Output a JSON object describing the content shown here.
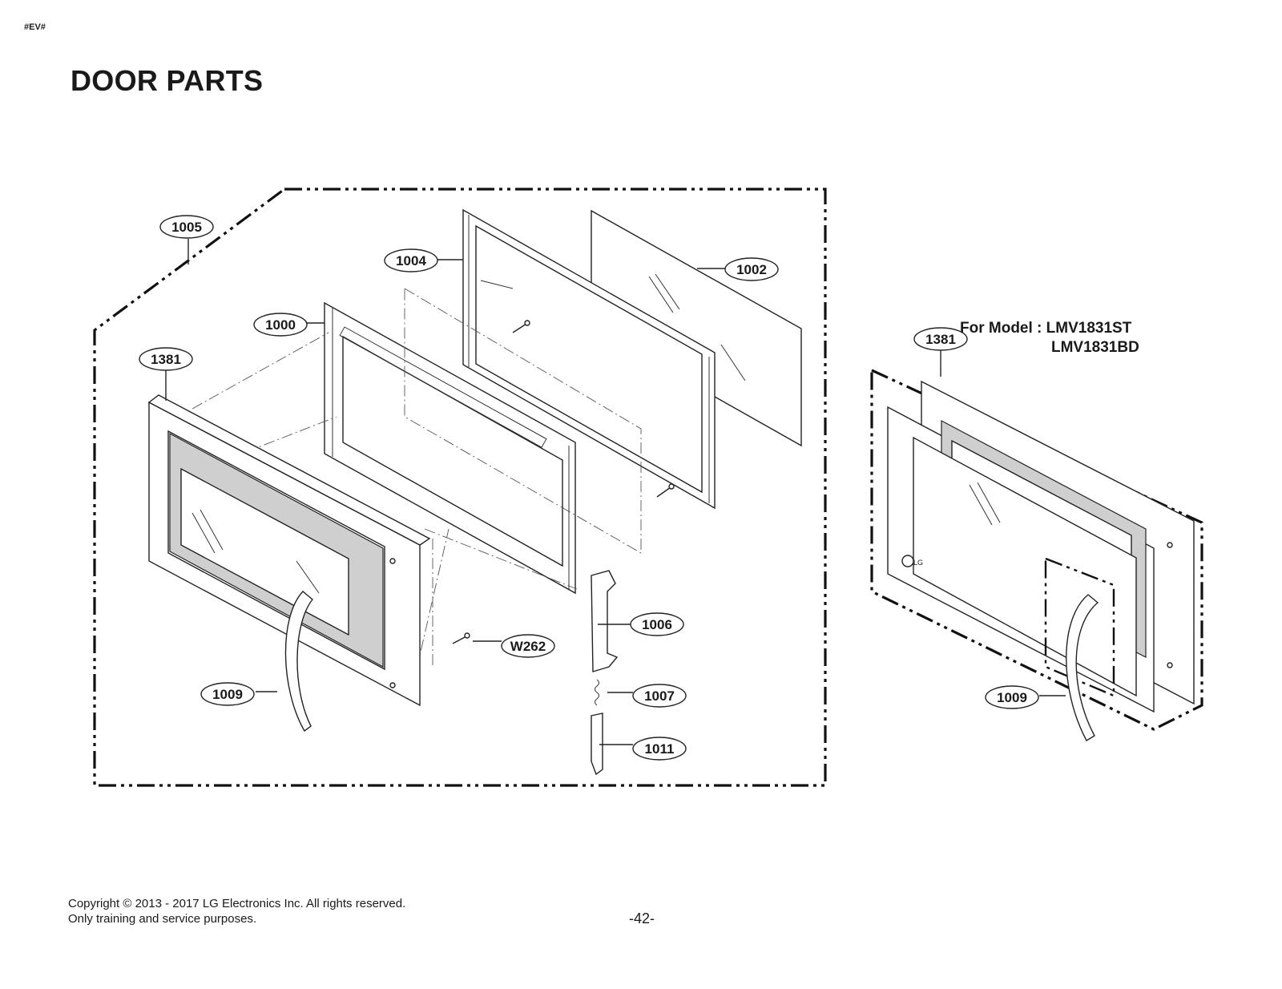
{
  "header": {
    "doc_tag": "#EV#",
    "title": "DOOR PARTS"
  },
  "callouts": {
    "c1005": "1005",
    "c1004": "1004",
    "c1002": "1002",
    "c1000": "1000",
    "c1381_main": "1381",
    "c1006": "1006",
    "cW262": "W262",
    "c1009_main": "1009",
    "c1007": "1007",
    "c1011": "1011",
    "c1381_alt": "1381",
    "c1009_alt": "1009"
  },
  "model_note": {
    "line1": "For Model : LMV1831ST",
    "line2": "LMV1831BD"
  },
  "footer": {
    "copyright": "Copyright © 2013 - 2017 LG Electronics Inc. All rights reserved.",
    "purpose": "Only training and service purposes.",
    "page_number": "-42-"
  },
  "brand_logo_text": "LG"
}
